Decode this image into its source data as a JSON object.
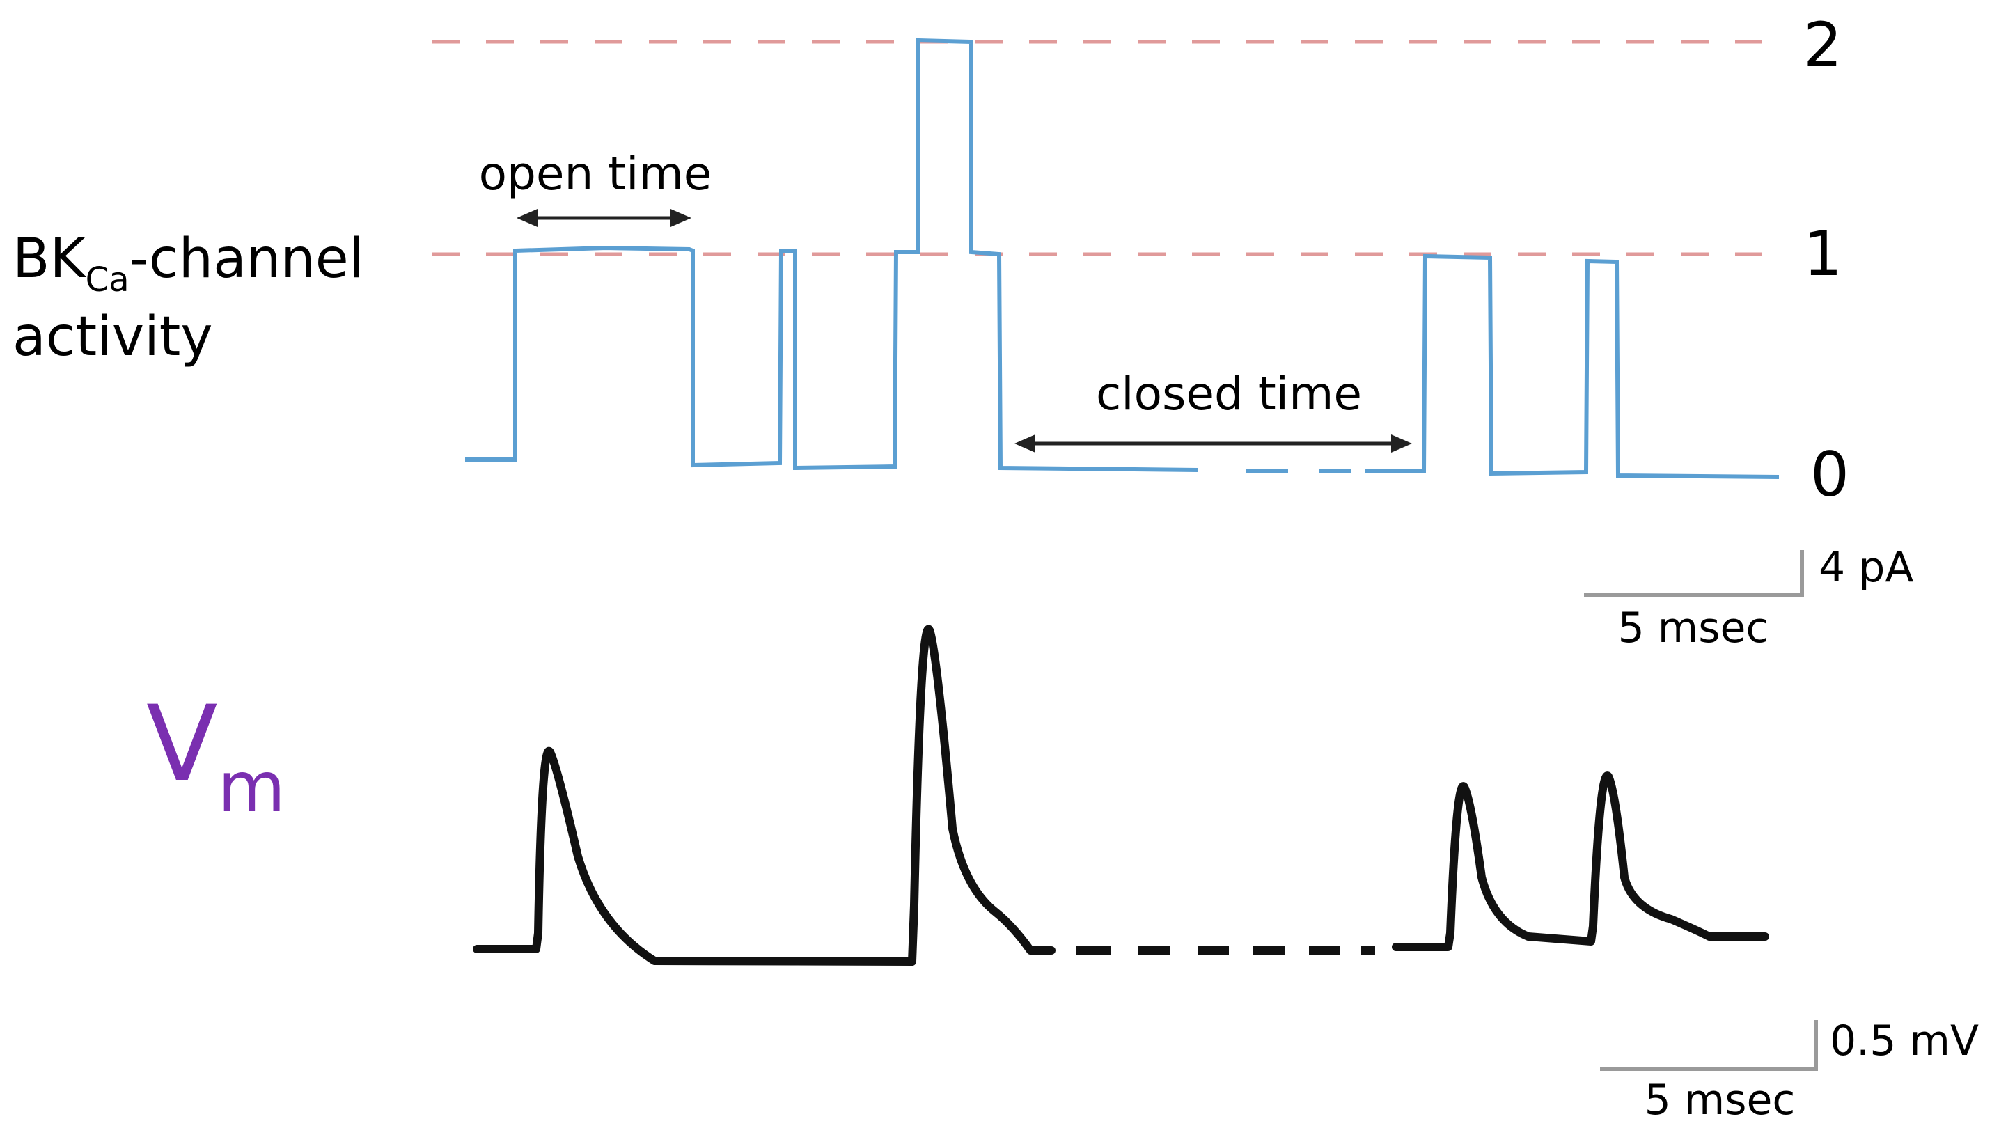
{
  "channel_label": {
    "prefix": "BK",
    "subscript": "Ca",
    "suffix": "-channel",
    "line2": "activity"
  },
  "levels": [
    "2",
    "1",
    "0"
  ],
  "annotations": {
    "open_time": "open time",
    "closed_time": "closed time"
  },
  "current_scale": {
    "amplitude": "4 pA",
    "time": "5 msec"
  },
  "vm_label": {
    "main": "V",
    "subscript": "m"
  },
  "voltage_scale": {
    "amplitude": "0.5 mV",
    "time": "5 msec"
  },
  "colors": {
    "channel_trace": "#5b9fd2",
    "level_lines": "#e09a9a",
    "voltage_trace": "#111111",
    "vm_label": "#7a2fb0",
    "scale_bar": "#9a9a9a",
    "text": "#000000"
  }
}
